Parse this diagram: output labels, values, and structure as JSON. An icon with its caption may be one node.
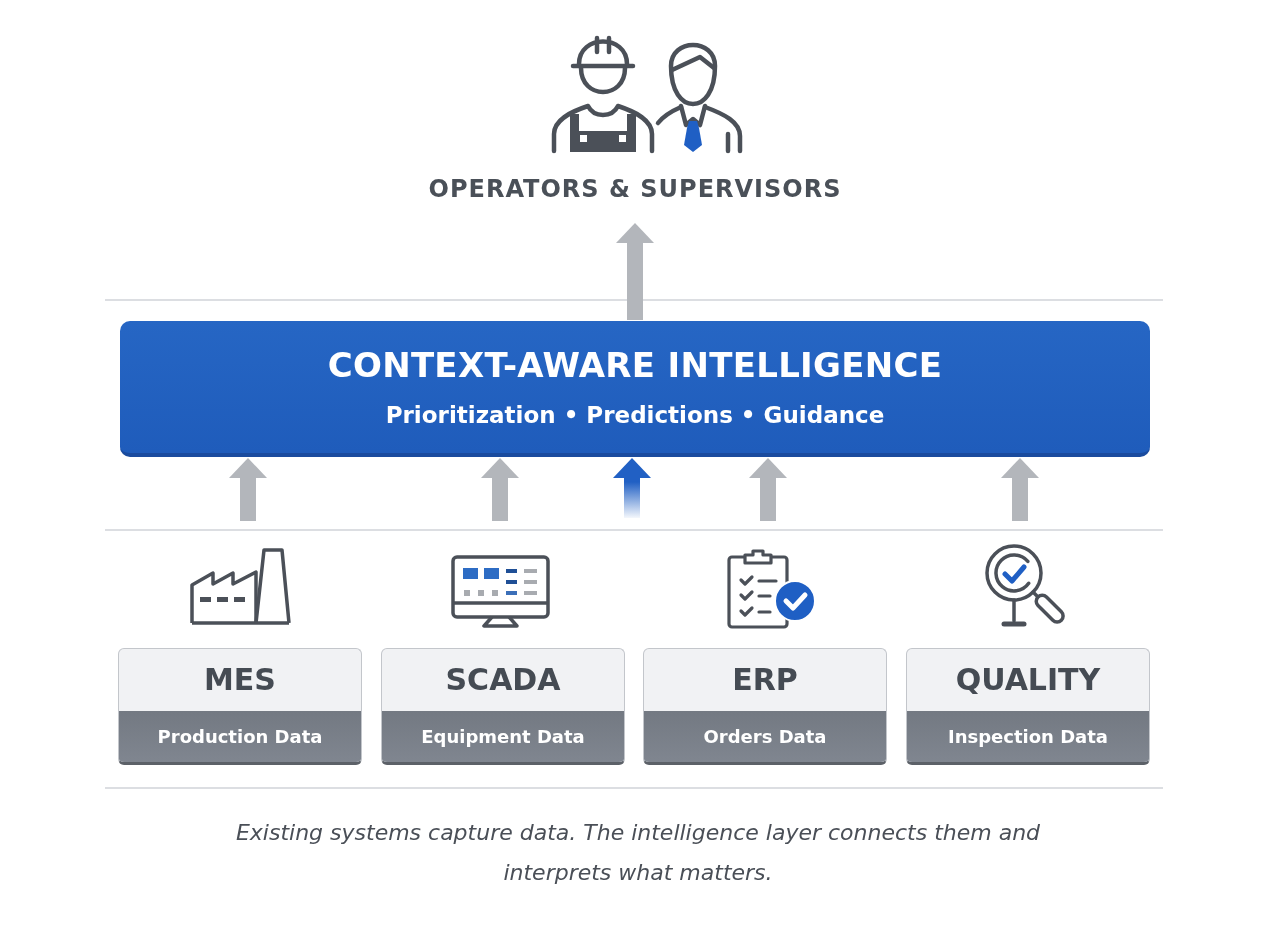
{
  "diagram": {
    "caption": "Existing systems capture data. The intelligence layer connects them and interprets what matters.",
    "nodes": [
      {
        "text": [
          "OPERATORS & SUPERVISORS"
        ]
      },
      {
        "text": [
          "CONTEXT-AWARE INTELLIGENCE",
          "Prioritization • Predictions • Guidance"
        ]
      },
      {
        "text": [
          "MES",
          "Production Data"
        ]
      },
      {
        "text": [
          "SCADA",
          "Equipment Data"
        ]
      },
      {
        "text": [
          "ERP",
          "Orders Data"
        ]
      },
      {
        "text": [
          "QUALITY",
          "Inspection Data"
        ]
      }
    ],
    "edges": [
      {
        "from": 1,
        "to": 0,
        "arrow": "to"
      },
      {
        "from": 2,
        "to": 1,
        "arrow": "to"
      },
      {
        "from": 3,
        "to": 1,
        "arrow": "to"
      },
      {
        "from": null,
        "to": 1,
        "arrow": "to",
        "color": "#2160c4"
      },
      {
        "from": 4,
        "to": 1,
        "arrow": "to"
      },
      {
        "from": 5,
        "to": 1,
        "arrow": "to"
      }
    ]
  }
}
